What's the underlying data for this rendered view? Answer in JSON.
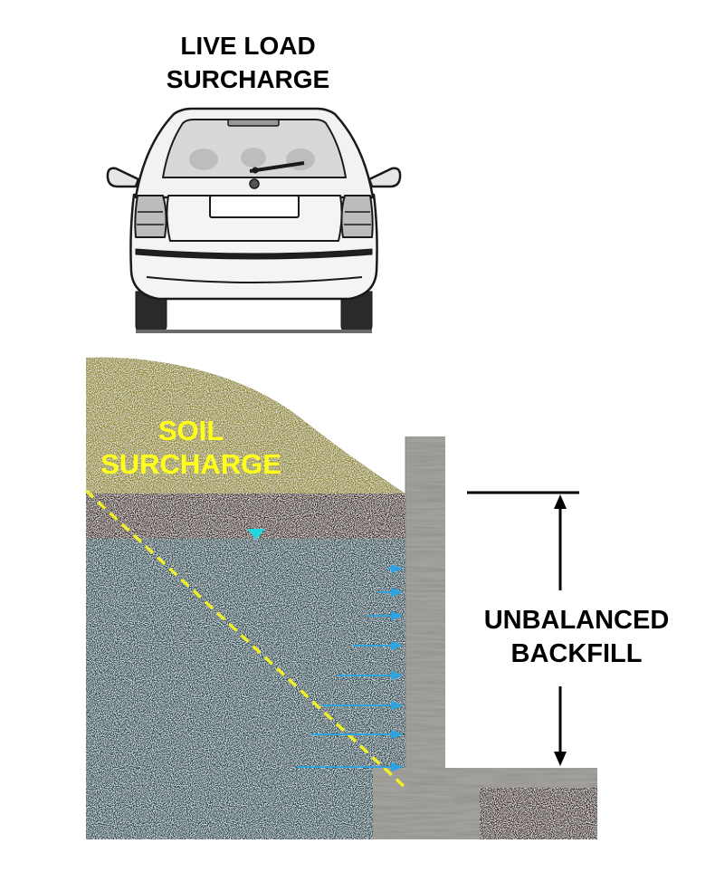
{
  "labels": {
    "live_load_line1": "LIVE LOAD",
    "live_load_line2": "SURCHARGE",
    "soil_line1": "SOIL",
    "soil_line2": "SURCHARGE",
    "unbalanced_line1": "UNBALANCED",
    "unbalanced_line2": "BACKFILL"
  },
  "icons": {
    "vehicle": "car-rear-view-icon",
    "water_table": "water-table-triangle-icon"
  },
  "colors": {
    "soil_surcharge": "#8c8424",
    "soil_label": "#ffff1a",
    "topsoil": "#3a2a22",
    "saturated_soil": "#1e4450",
    "wall": "#a3a19b",
    "water_table": "#1fd8e0",
    "pressure_arrow": "#2fa3e0",
    "failure_plane": "#f0ef2a",
    "dimension": "#000000"
  }
}
